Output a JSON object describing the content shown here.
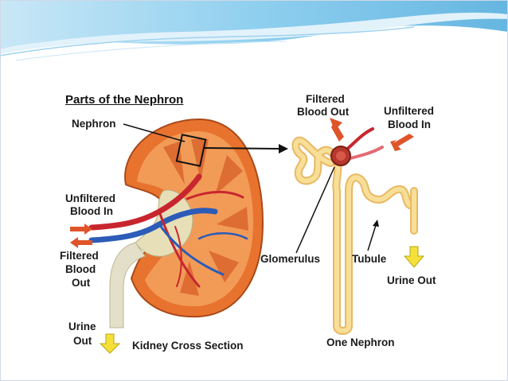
{
  "diagram": {
    "title": "Parts of the Nephron",
    "labels": {
      "nephron": "Nephron",
      "unfiltered_blood_in_left_1": "Unfiltered",
      "unfiltered_blood_in_left_2": "Blood In",
      "filtered_blood_out_left_1": "Filtered",
      "filtered_blood_out_left_2": "Blood",
      "filtered_blood_out_left_3": "Out",
      "urine_out_left_1": "Urine",
      "urine_out_left_2": "Out",
      "kidney_cross_section": "Kidney Cross Section",
      "filtered_blood_out_top_1": "Filtered",
      "filtered_blood_out_top_2": "Blood Out",
      "unfiltered_blood_in_right_1": "Unfiltered",
      "unfiltered_blood_in_right_2": "Blood In",
      "glomerulus": "Glomerulus",
      "tubule": "Tubule",
      "urine_out_right": "Urine Out",
      "one_nephron": "One Nephron"
    }
  },
  "colors": {
    "accent_blue": "#5ab4e0",
    "kidney_orange": "#e8732e",
    "artery_red": "#c8262e",
    "vein_blue": "#2c5bb8",
    "tubule_yellow": "#f6d27a",
    "arrow_yellow": "#f5e03a",
    "arrow_red": "#e0542a"
  }
}
